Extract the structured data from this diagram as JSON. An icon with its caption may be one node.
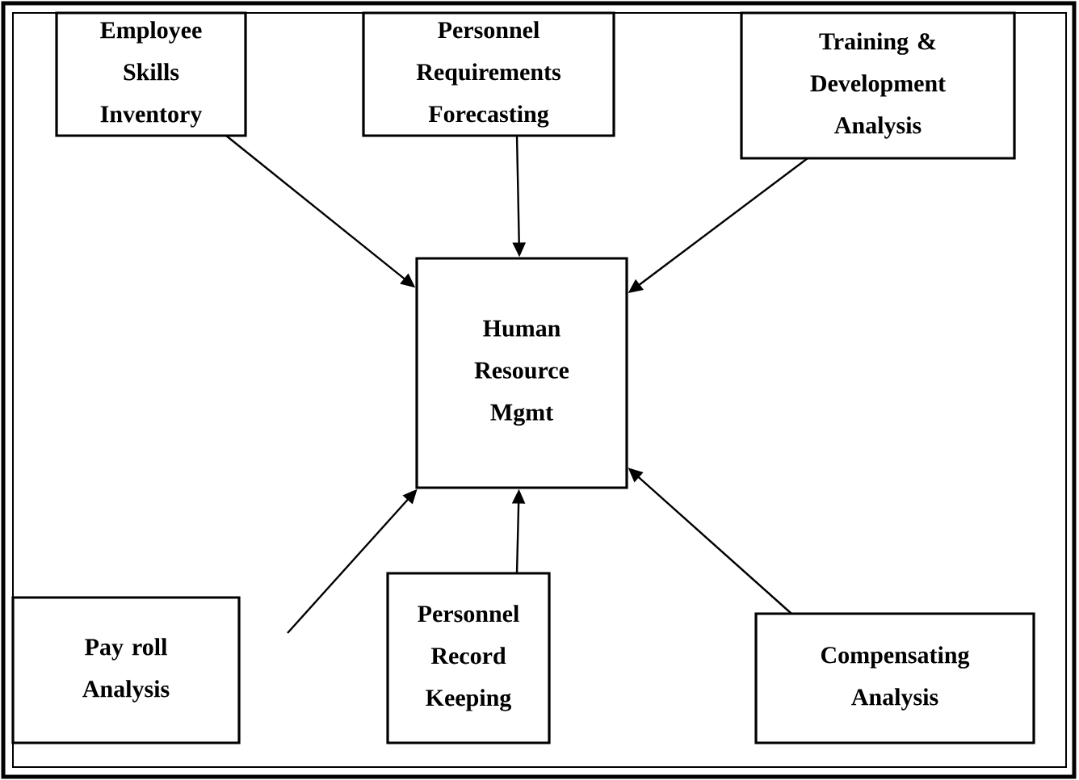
{
  "diagram": {
    "nodes": [
      {
        "text": [
          "Employee Skills Inventory"
        ]
      },
      {
        "text": [
          "Personnel Requirements Forecasting"
        ]
      },
      {
        "text": [
          "Training & Development Analysis"
        ]
      },
      {
        "text": [
          "Human Resource Mgmt"
        ]
      },
      {
        "text": [
          "Pay roll Analysis"
        ]
      },
      {
        "text": [
          "Personnel Record Keeping"
        ]
      },
      {
        "text": [
          "Compensating Analysis"
        ]
      }
    ],
    "edges": [
      {
        "from": 0,
        "to": 3,
        "arrow": "to"
      },
      {
        "from": 1,
        "to": 3,
        "arrow": "to"
      },
      {
        "from": 2,
        "to": 3,
        "arrow": "to"
      },
      {
        "from": 4,
        "to": 3,
        "arrow": "to"
      },
      {
        "from": 5,
        "to": 3,
        "arrow": "to"
      },
      {
        "from": 6,
        "to": 3,
        "arrow": "to"
      }
    ]
  }
}
